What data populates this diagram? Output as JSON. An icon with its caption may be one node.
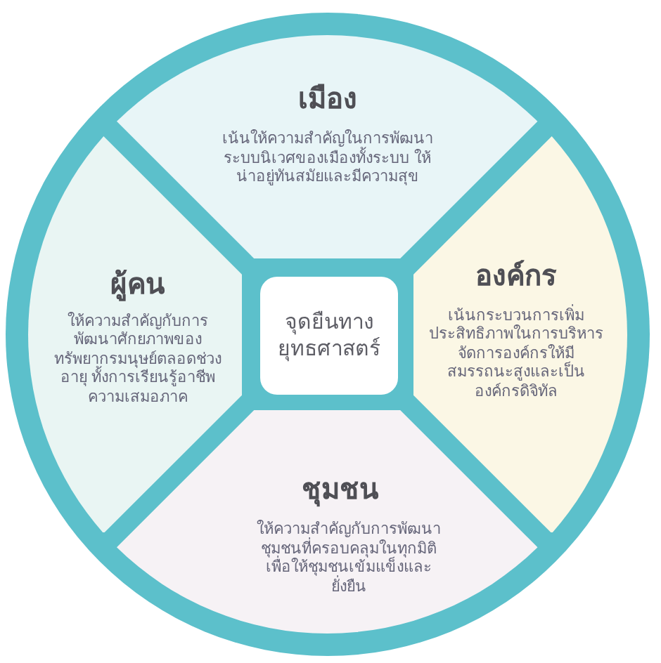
{
  "diagram": {
    "nodes": [
      {
        "text": [
          "เมือง",
          "เน้นให้ความสำคัญในการพัฒนาระบบนิเวศของเมืองทั้งระบบ ให้น่าอยู่ทันสมัยและมีความสุข"
        ]
      },
      {
        "text": [
          "ผู้คน",
          "ให้ความสำคัญกับการพัฒนาศักยภาพของทรัพยากรมนุษย์ตลอดช่วงอายุ ทั้งการเรียนรู้อาชีพ ความเสมอภาค"
        ]
      },
      {
        "text": [
          "จุดยืนทางยุทธศาสตร์"
        ]
      },
      {
        "text": [
          "องค์กร",
          "เน้นกระบวนการเพิ่มประสิทธิภาพในการบริหารจัดการองค์กรให้มีสมรรถนะสูงและเป็นองค์กรดิจิทัล"
        ]
      },
      {
        "text": [
          "ชุมชน",
          "ให้ความสำคัญกับการพัฒนาชุมชนที่ครอบคลุมในทุกมิติเพื่อให้ชุมชนเข้มแข็งและยั่งยืน"
        ]
      }
    ]
  }
}
